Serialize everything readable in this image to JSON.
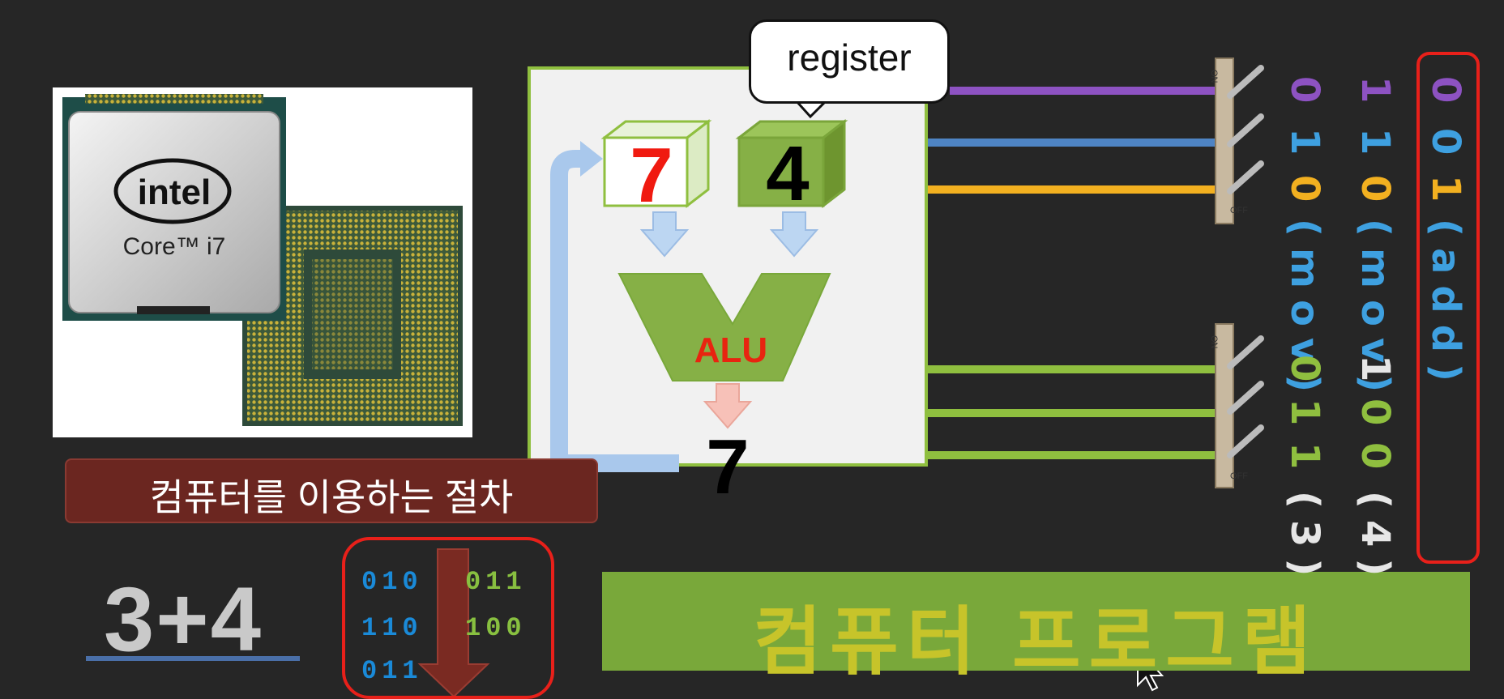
{
  "cpu": {
    "brand": "intel",
    "model": "Core™ i7"
  },
  "register": {
    "callout": "register",
    "left_value": "7",
    "right_value": "4"
  },
  "alu": {
    "label": "ALU",
    "output": "7"
  },
  "procedure_banner": "컴퓨터를 이용하는 절차",
  "expression": "3+4",
  "binary_block": {
    "rows": [
      {
        "left": "010",
        "right": "011"
      },
      {
        "left": "110",
        "right": "100"
      },
      {
        "left": "011",
        "right": ""
      }
    ]
  },
  "program_label": "컴퓨터 프로그램",
  "switches": {
    "labels": [
      "ON",
      "ON",
      "ON",
      "OFF"
    ]
  },
  "columns": {
    "top": [
      {
        "digit": "0",
        "color": "purple"
      },
      {
        "digit": "1",
        "color": "purple"
      }
    ],
    "instructions": [
      {
        "bits": [
          "0",
          "1",
          "0"
        ],
        "op": "(mov)",
        "operand_bits": [
          "0",
          "1",
          "1"
        ],
        "operand": "(3)"
      },
      {
        "bits": [
          "1",
          "1",
          "0"
        ],
        "op": "(mov)",
        "operand_bits": [
          "1",
          "0",
          "0"
        ],
        "operand": "(4)"
      },
      {
        "bits": [
          "0",
          "0",
          "1"
        ],
        "op": "(add)"
      }
    ]
  },
  "colors": {
    "purple": "#8d52c2",
    "blue": "#3ea0e0",
    "orange": "#f2b020",
    "green": "#8fbf3f",
    "highlight_red": "#e8201a"
  }
}
